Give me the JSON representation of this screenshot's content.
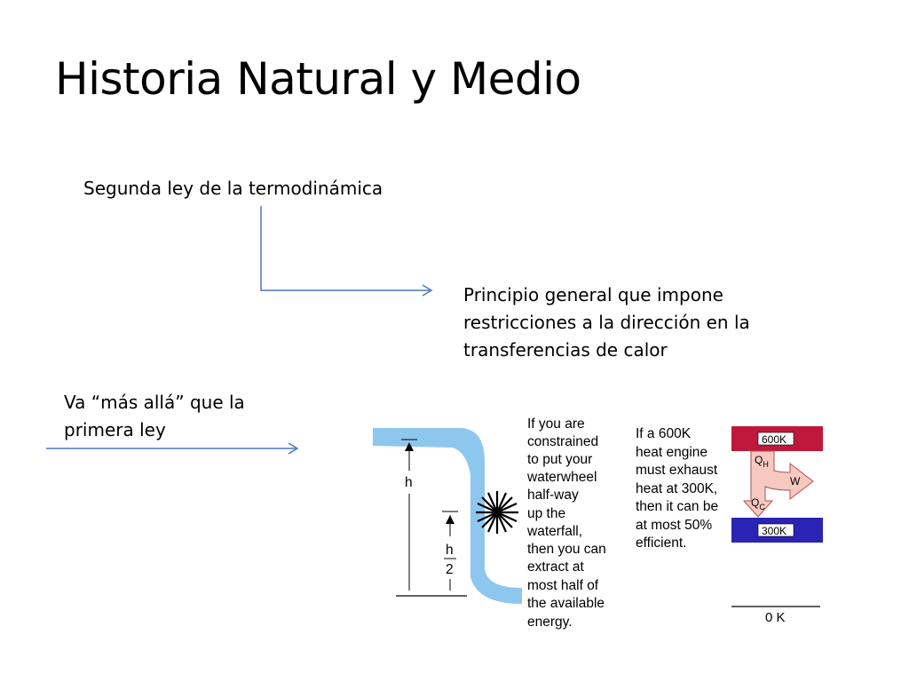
{
  "slide": {
    "title": "Historia Natural y Medio",
    "subtitle": "Segunda ley de la termodinámica",
    "principle_lines": [
      "Principio general que impone",
      "restricciones a la dirección en la",
      "transferencias de calor"
    ],
    "beyond_lines": [
      "Va “más allá” que la",
      "primera ley"
    ]
  },
  "figure": {
    "waterfall_text": [
      "If you are",
      "constrained",
      "to put your",
      "waterwheel",
      "half-way",
      "up the",
      "waterfall,",
      "then you can",
      "extract at",
      "most half of",
      "the available",
      "energy."
    ],
    "engine_text": [
      "If a 600K",
      "heat engine",
      "must exhaust",
      "heat at 300K,",
      "then it can be",
      "at most 50%",
      "efficient."
    ],
    "h_label": "h",
    "h_half_num": "h",
    "h_half_den": "2",
    "hot_label": "600K",
    "cold_label": "300K",
    "zero_label": "0 K",
    "qh_main": "Q",
    "qh_sub": "H",
    "qc_main": "Q",
    "qc_sub": "C",
    "w_label": "W",
    "colors": {
      "water": "#8ec7ee",
      "hot_bar": "#c0183c",
      "cold_bar": "#2a23b4",
      "arrow_fill": "#f6c8c0",
      "arrow_stroke": "#b05050",
      "connector": "#4a78b8"
    }
  }
}
